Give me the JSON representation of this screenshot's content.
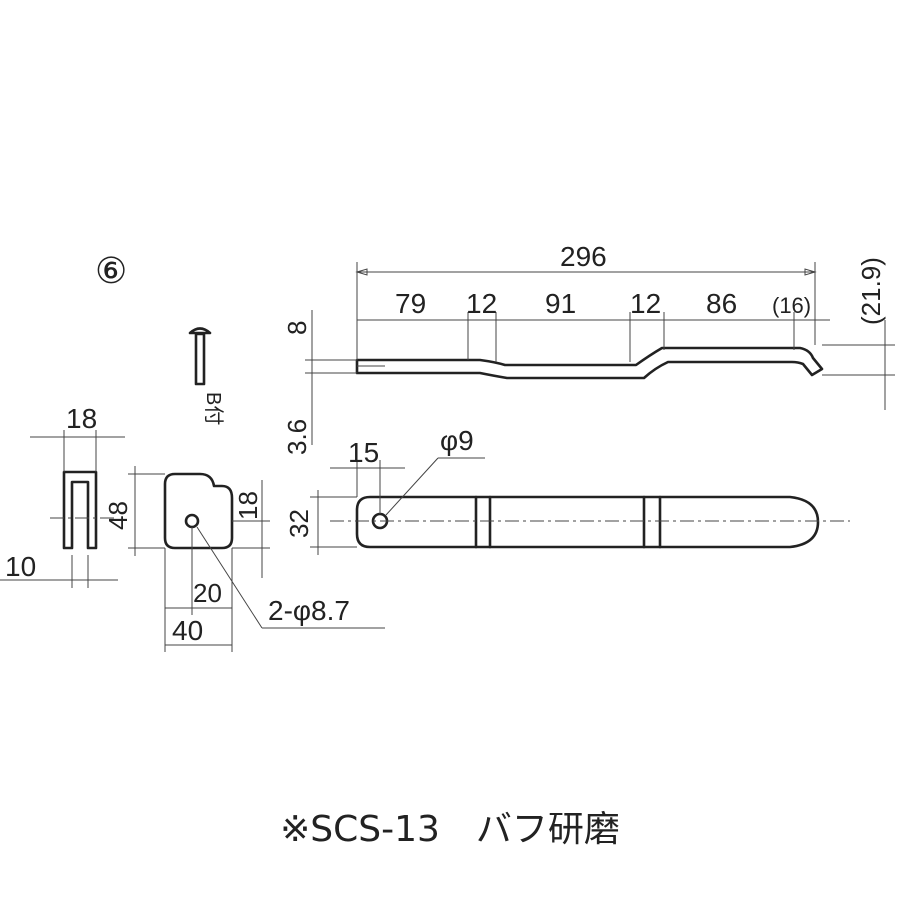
{
  "figure_number": "⑥",
  "rivet_label": "B付",
  "dimensions": {
    "total_length": "296",
    "seg_79": "79",
    "seg_12a": "12",
    "seg_91": "91",
    "seg_12b": "12",
    "seg_86": "86",
    "seg_16": "(16)",
    "height_21_9": "(21.9)",
    "thickness_8": "8",
    "thickness_3_6": "3.6",
    "hole_offset_15": "15",
    "hole_dia_9": "φ9",
    "width_32": "32",
    "clip_width_18": "18",
    "clip_height_48": "48",
    "clip_gap_10": "10",
    "plate_height_18": "18",
    "plate_offset_20": "20",
    "plate_width_40": "40",
    "plate_holes": "2-φ8.7"
  },
  "note": "※SCS-13　バフ研磨"
}
